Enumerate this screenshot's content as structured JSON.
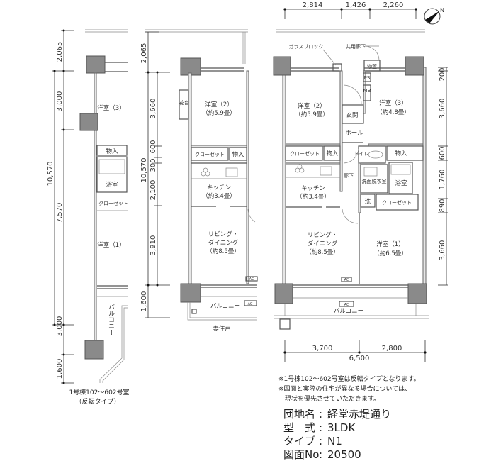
{
  "top_dimensions": [
    "2,814",
    "1,426",
    "2,260"
  ],
  "bottom_dimensions": {
    "left": "3,700",
    "right": "2,800",
    "total": "6,500"
  },
  "right_dimensions": [
    "200",
    "3,660",
    "600",
    "1,760",
    "890",
    "3,660"
  ],
  "middle_dimensions": {
    "total": "10,570",
    "segments": [
      "2,065",
      "3,660",
      "600",
      "300",
      "2,100",
      "3,910",
      "1,600"
    ]
  },
  "left_dimensions": {
    "total": "10,570",
    "segments": [
      "2,065",
      "3,000",
      "7,570",
      "3,000",
      "1,600"
    ]
  },
  "main_plan": {
    "glass_block": "ガラスブロック",
    "common_corridor": "共用廊下",
    "storage_top": "物置",
    "ps": "PS",
    "mb": "MB",
    "bedroom2": {
      "name": "洋室（2）",
      "size": "（約5.9畳）"
    },
    "bedroom3": {
      "name": "洋室（3）",
      "size": "（約4.8畳）"
    },
    "entrance": "玄関",
    "hall": "ホール",
    "closet_left": "クローゼット",
    "storage_left": "物入",
    "storage_right": "物入",
    "toilet": "トイレ",
    "corridor": "廊下",
    "kitchen": {
      "name": "キッチン",
      "size": "（約3.4畳）"
    },
    "washroom": "洗面脱衣室",
    "bath": "浴室",
    "laundry": "洗",
    "closet_right": "クローゼット",
    "living": {
      "name1": "リビング・",
      "name2": "ダイニング",
      "size": "（約8.5畳）"
    },
    "bedroom1": {
      "name": "洋室（1）",
      "size": "（約6.5畳）"
    },
    "ac": "AC",
    "balcony": "バルコニー"
  },
  "middle_plan": {
    "flower_stand": "花台",
    "bedroom2": {
      "name": "洋室（2）",
      "size": "（約5.9畳）"
    },
    "closet": "クローゼット",
    "storage": "物入",
    "kitchen": {
      "name": "キッチン",
      "size": "（約3.4畳）"
    },
    "living": {
      "name1": "リビング・",
      "name2": "ダイニング",
      "size": "（約8.5畳）"
    },
    "ac": "AC",
    "balcony": "バルコニー",
    "end_unit": "妻住戸"
  },
  "left_plan": {
    "bedroom3": "洋室（3）",
    "storage": "物入",
    "bath": "浴室",
    "closet": "クローゼット",
    "bedroom1": "洋室（1）",
    "balcony": "バルコニー",
    "caption1": "1号棟102～602号室",
    "caption2": "（反転タイプ）"
  },
  "notes": [
    "※1号棟102～602号室は反転タイプとなります。",
    "※図面と実際の住宅が異なる場合については、",
    "　現状を優先させていただきます。"
  ],
  "info": [
    {
      "label": "団地名",
      "value": "経堂赤堤通り"
    },
    {
      "label": "型　式",
      "value": "3LDK"
    },
    {
      "label": "タイプ",
      "value": "N1"
    },
    {
      "label": "図面No",
      "value": "20500"
    }
  ]
}
